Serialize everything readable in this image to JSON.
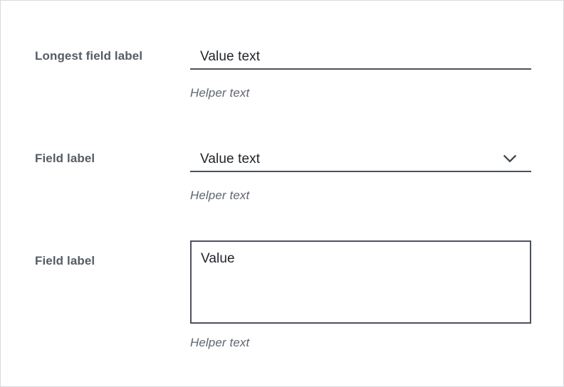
{
  "page": {
    "background_color": "#ffffff",
    "border_color": "#d7dadd",
    "label_color": "#565c66",
    "value_color": "#21242a",
    "helper_color": "#5f6570",
    "rule_color": "#4c525c"
  },
  "fields": [
    {
      "type": "text",
      "label": "Longest field label",
      "value": "Value text",
      "helper": "Helper text"
    },
    {
      "type": "select",
      "label": "Field label",
      "value": "Value text",
      "helper": "Helper text",
      "icon": "chevron-down-icon"
    },
    {
      "type": "textarea",
      "label": "Field label",
      "value": "Value",
      "helper": "Helper text"
    }
  ]
}
